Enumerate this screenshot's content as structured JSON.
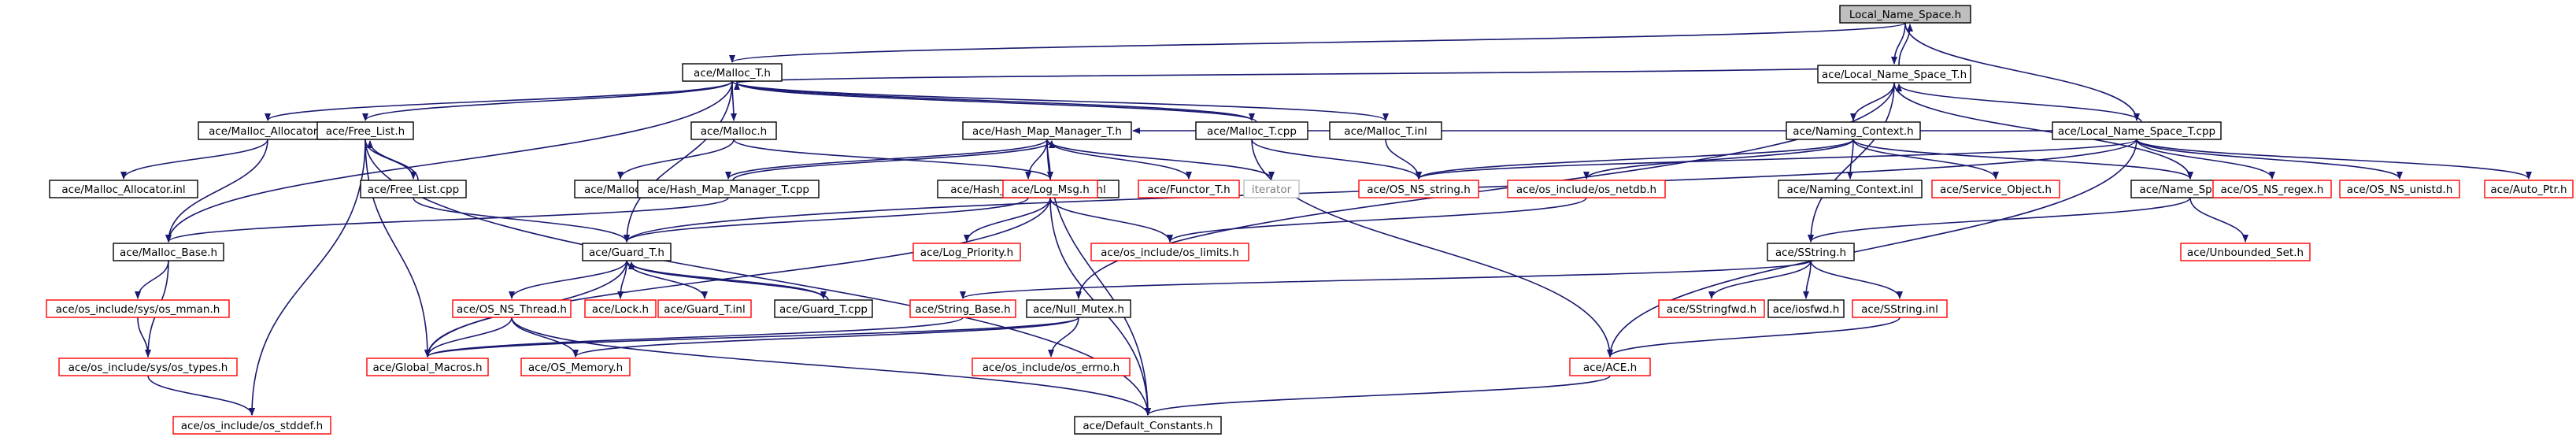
{
  "colors": {
    "edge": "#191970",
    "border_normal": "#000000",
    "border_missing": "#ff0000",
    "border_external": "#bfbfbf",
    "fill_root": "#bfbfbf",
    "fill_normal": "#ffffff",
    "text_normal": "#000000",
    "text_external": "#7f7f7f"
  },
  "nodes": [
    {
      "id": "lns_h",
      "label": "Local_Name_Space.h",
      "kind": "root"
    },
    {
      "id": "malloc_t_h",
      "label": "ace/Malloc_T.h",
      "kind": "normal"
    },
    {
      "id": "lns_t_h",
      "label": "ace/Local_Name_Space_T.h",
      "kind": "normal"
    },
    {
      "id": "malloc_alloc_h",
      "label": "ace/Malloc_Allocator.h",
      "kind": "normal"
    },
    {
      "id": "free_list_h",
      "label": "ace/Free_List.h",
      "kind": "normal"
    },
    {
      "id": "malloc_h",
      "label": "ace/Malloc.h",
      "kind": "normal"
    },
    {
      "id": "hmm_t_h",
      "label": "ace/Hash_Map_Manager_T.h",
      "kind": "normal"
    },
    {
      "id": "malloc_t_cpp",
      "label": "ace/Malloc_T.cpp",
      "kind": "normal"
    },
    {
      "id": "malloc_t_inl",
      "label": "ace/Malloc_T.inl",
      "kind": "normal"
    },
    {
      "id": "naming_ctx_h",
      "label": "ace/Naming_Context.h",
      "kind": "normal"
    },
    {
      "id": "lns_t_cpp",
      "label": "ace/Local_Name_Space_T.cpp",
      "kind": "normal"
    },
    {
      "id": "malloc_alloc_inl",
      "label": "ace/Malloc_Allocator.inl",
      "kind": "normal"
    },
    {
      "id": "free_list_cpp",
      "label": "ace/Free_List.cpp",
      "kind": "normal"
    },
    {
      "id": "malloc_inl",
      "label": "ace/Malloc.inl",
      "kind": "normal"
    },
    {
      "id": "hmm_t_cpp",
      "label": "ace/Hash_Map_Manager_T.cpp",
      "kind": "normal"
    },
    {
      "id": "hmm_t_inl",
      "label": "ace/Hash_Map_Manager_T.inl",
      "kind": "normal"
    },
    {
      "id": "log_msg_h",
      "label": "ace/Log_Msg.h",
      "kind": "missing"
    },
    {
      "id": "functor_t_h",
      "label": "ace/Functor_T.h",
      "kind": "missing"
    },
    {
      "id": "iterator",
      "label": "iterator",
      "kind": "external"
    },
    {
      "id": "os_ns_string_h",
      "label": "ace/OS_NS_string.h",
      "kind": "missing"
    },
    {
      "id": "os_netdb_h",
      "label": "ace/os_include/os_netdb.h",
      "kind": "missing"
    },
    {
      "id": "naming_ctx_inl",
      "label": "ace/Naming_Context.inl",
      "kind": "normal"
    },
    {
      "id": "service_obj_h",
      "label": "ace/Service_Object.h",
      "kind": "missing"
    },
    {
      "id": "name_space_h",
      "label": "ace/Name_Space.h",
      "kind": "normal"
    },
    {
      "id": "os_ns_regex_h",
      "label": "ace/OS_NS_regex.h",
      "kind": "missing"
    },
    {
      "id": "os_ns_unistd_h",
      "label": "ace/OS_NS_unistd.h",
      "kind": "missing"
    },
    {
      "id": "auto_ptr_h",
      "label": "ace/Auto_Ptr.h",
      "kind": "missing"
    },
    {
      "id": "malloc_base_h",
      "label": "ace/Malloc_Base.h",
      "kind": "normal"
    },
    {
      "id": "guard_t_h",
      "label": "ace/Guard_T.h",
      "kind": "normal"
    },
    {
      "id": "log_priority_h",
      "label": "ace/Log_Priority.h",
      "kind": "missing"
    },
    {
      "id": "os_limits_h",
      "label": "ace/os_include/os_limits.h",
      "kind": "missing"
    },
    {
      "id": "unbounded_set_h",
      "label": "ace/Unbounded_Set.h",
      "kind": "missing"
    },
    {
      "id": "sstring_h",
      "label": "ace/SString.h",
      "kind": "normal"
    },
    {
      "id": "os_mman_h",
      "label": "ace/os_include/sys/os_mman.h",
      "kind": "missing"
    },
    {
      "id": "os_ns_thread_h",
      "label": "ace/OS_NS_Thread.h",
      "kind": "missing"
    },
    {
      "id": "lock_h",
      "label": "ace/Lock.h",
      "kind": "missing"
    },
    {
      "id": "guard_t_inl",
      "label": "ace/Guard_T.inl",
      "kind": "missing"
    },
    {
      "id": "guard_t_cpp",
      "label": "ace/Guard_T.cpp",
      "kind": "normal"
    },
    {
      "id": "string_base_h",
      "label": "ace/String_Base.h",
      "kind": "missing"
    },
    {
      "id": "null_mutex_h",
      "label": "ace/Null_Mutex.h",
      "kind": "normal"
    },
    {
      "id": "sstringfwd_h",
      "label": "ace/SStringfwd.h",
      "kind": "missing"
    },
    {
      "id": "iosfwd_h",
      "label": "ace/iosfwd.h",
      "kind": "normal"
    },
    {
      "id": "sstring_inl",
      "label": "ace/SString.inl",
      "kind": "missing"
    },
    {
      "id": "os_types_h",
      "label": "ace/os_include/sys/os_types.h",
      "kind": "missing"
    },
    {
      "id": "global_macros_h",
      "label": "ace/Global_Macros.h",
      "kind": "missing"
    },
    {
      "id": "os_memory_h",
      "label": "ace/OS_Memory.h",
      "kind": "missing"
    },
    {
      "id": "os_errno_h",
      "label": "ace/os_include/os_errno.h",
      "kind": "missing"
    },
    {
      "id": "ace_h",
      "label": "ace/ACE.h",
      "kind": "missing"
    },
    {
      "id": "os_stddef_h",
      "label": "ace/os_include/os_stddef.h",
      "kind": "missing"
    },
    {
      "id": "default_constants_h",
      "label": "ace/Default_Constants.h",
      "kind": "normal"
    }
  ],
  "edges": [
    [
      "lns_h",
      "malloc_t_h"
    ],
    [
      "lns_h",
      "lns_t_h"
    ],
    [
      "lns_h",
      "lns_t_cpp"
    ],
    [
      "lns_t_h",
      "lns_h"
    ],
    [
      "lns_t_h",
      "malloc_t_h"
    ],
    [
      "lns_t_h",
      "naming_ctx_h"
    ],
    [
      "lns_t_h",
      "name_space_h"
    ],
    [
      "lns_t_h",
      "sstring_h"
    ],
    [
      "lns_t_h",
      "null_mutex_h"
    ],
    [
      "lns_t_cpp",
      "lns_t_h"
    ],
    [
      "lns_t_cpp",
      "hmm_t_h"
    ],
    [
      "lns_t_cpp",
      "os_ns_string_h"
    ],
    [
      "lns_t_cpp",
      "os_ns_regex_h"
    ],
    [
      "lns_t_cpp",
      "os_ns_unistd_h"
    ],
    [
      "lns_t_cpp",
      "auto_ptr_h"
    ],
    [
      "lns_t_cpp",
      "guard_t_h"
    ],
    [
      "lns_t_cpp",
      "ace_h"
    ],
    [
      "malloc_t_h",
      "malloc_alloc_h"
    ],
    [
      "malloc_t_h",
      "free_list_h"
    ],
    [
      "malloc_t_h",
      "malloc_h"
    ],
    [
      "malloc_t_h",
      "malloc_t_cpp"
    ],
    [
      "malloc_t_h",
      "malloc_t_inl"
    ],
    [
      "malloc_t_h",
      "malloc_base_h"
    ],
    [
      "malloc_t_h",
      "guard_t_h"
    ],
    [
      "malloc_t_cpp",
      "malloc_t_h"
    ],
    [
      "malloc_t_cpp",
      "os_ns_string_h"
    ],
    [
      "malloc_t_cpp",
      "ace_h"
    ],
    [
      "malloc_t_inl",
      "os_ns_string_h"
    ],
    [
      "malloc_alloc_h",
      "malloc_alloc_inl"
    ],
    [
      "malloc_alloc_h",
      "malloc_base_h"
    ],
    [
      "free_list_h",
      "free_list_cpp"
    ],
    [
      "free_list_h",
      "global_macros_h"
    ],
    [
      "free_list_h",
      "default_constants_h"
    ],
    [
      "free_list_h",
      "os_stddef_h"
    ],
    [
      "free_list_cpp",
      "free_list_h"
    ],
    [
      "free_list_cpp",
      "guard_t_h"
    ],
    [
      "malloc_h",
      "malloc_inl"
    ],
    [
      "malloc_h",
      "log_msg_h"
    ],
    [
      "hmm_t_h",
      "hmm_t_cpp"
    ],
    [
      "hmm_t_h",
      "hmm_t_inl"
    ],
    [
      "hmm_t_h",
      "log_msg_h"
    ],
    [
      "hmm_t_h",
      "functor_t_h"
    ],
    [
      "hmm_t_h",
      "iterator"
    ],
    [
      "hmm_t_h",
      "default_constants_h"
    ],
    [
      "hmm_t_cpp",
      "hmm_t_h"
    ],
    [
      "hmm_t_cpp",
      "malloc_base_h"
    ],
    [
      "hmm_t_inl",
      "guard_t_h"
    ],
    [
      "log_msg_h",
      "log_priority_h"
    ],
    [
      "log_msg_h",
      "os_limits_h"
    ],
    [
      "log_msg_h",
      "global_macros_h"
    ],
    [
      "log_msg_h",
      "default_constants_h"
    ],
    [
      "naming_ctx_h",
      "os_ns_string_h"
    ],
    [
      "naming_ctx_h",
      "os_netdb_h"
    ],
    [
      "naming_ctx_h",
      "naming_ctx_inl"
    ],
    [
      "naming_ctx_h",
      "service_obj_h"
    ],
    [
      "naming_ctx_h",
      "name_space_h"
    ],
    [
      "os_netdb_h",
      "os_limits_h"
    ],
    [
      "name_space_h",
      "unbounded_set_h"
    ],
    [
      "name_space_h",
      "sstring_h"
    ],
    [
      "malloc_base_h",
      "os_mman_h"
    ],
    [
      "malloc_base_h",
      "os_types_h"
    ],
    [
      "os_mman_h",
      "os_types_h"
    ],
    [
      "os_types_h",
      "os_stddef_h"
    ],
    [
      "guard_t_h",
      "os_ns_thread_h"
    ],
    [
      "guard_t_h",
      "lock_h"
    ],
    [
      "guard_t_h",
      "guard_t_inl"
    ],
    [
      "guard_t_h",
      "guard_t_cpp"
    ],
    [
      "guard_t_h",
      "global_macros_h"
    ],
    [
      "guard_t_cpp",
      "guard_t_h"
    ],
    [
      "os_ns_thread_h",
      "global_macros_h"
    ],
    [
      "os_ns_thread_h",
      "os_memory_h"
    ],
    [
      "os_ns_thread_h",
      "default_constants_h"
    ],
    [
      "sstring_h",
      "sstringfwd_h"
    ],
    [
      "sstring_h",
      "iosfwd_h"
    ],
    [
      "sstring_h",
      "sstring_inl"
    ],
    [
      "sstring_h",
      "string_base_h"
    ],
    [
      "sstring_inl",
      "ace_h"
    ],
    [
      "string_base_h",
      "global_macros_h"
    ],
    [
      "null_mutex_h",
      "os_errno_h"
    ],
    [
      "null_mutex_h",
      "global_macros_h"
    ],
    [
      "null_mutex_h",
      "os_memory_h"
    ],
    [
      "ace_h",
      "default_constants_h"
    ]
  ]
}
